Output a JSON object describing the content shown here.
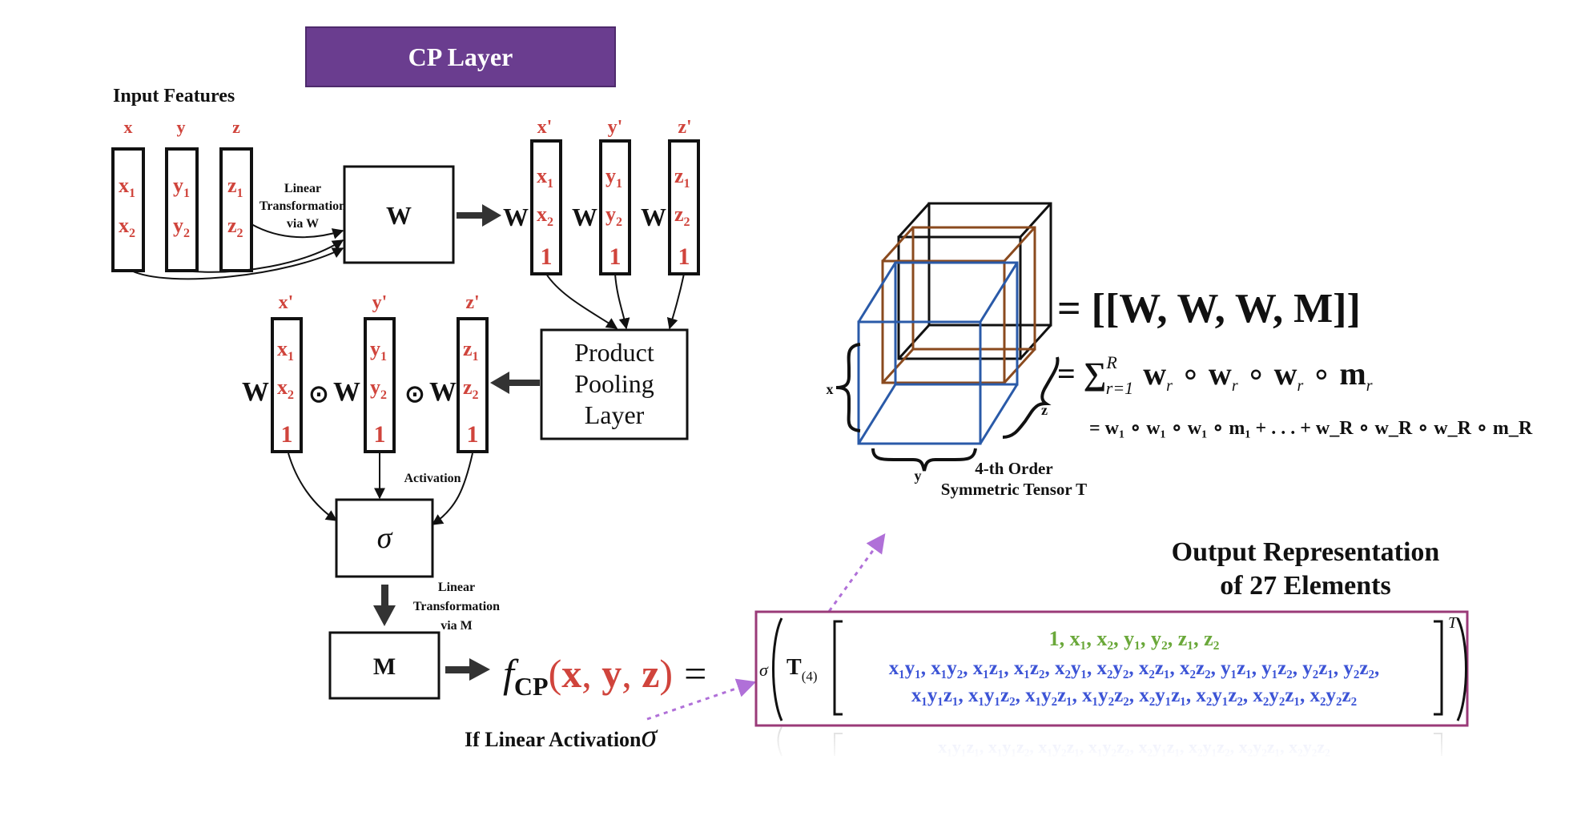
{
  "colors": {
    "red": "#d0443c",
    "banner_purple": "#6a3d8f",
    "green": "#6aa83a",
    "blue": "#3c54d6",
    "brown": "#8a4a1e",
    "cube_blue": "#2a5aa8",
    "frame_magenta": "#9a3a78",
    "dotted_violet": "#b070d8"
  },
  "banner": {
    "title": "CP Layer"
  },
  "input": {
    "heading": "Input Features",
    "features": [
      {
        "name": "x",
        "sub1": "1",
        "sub2": "2"
      },
      {
        "name": "y",
        "sub1": "1",
        "sub2": "2"
      },
      {
        "name": "z",
        "sub1": "1",
        "sub2": "2"
      }
    ],
    "linear_label": [
      "Linear",
      "Transformation",
      "via W"
    ]
  },
  "w_box": {
    "label": "W"
  },
  "transformed": {
    "headers": [
      "x'",
      "y'",
      "z'"
    ],
    "mult_label": "W",
    "one": "1"
  },
  "pooling": {
    "lines": [
      "Product",
      "Pooling",
      "Layer"
    ]
  },
  "product": {
    "odot": "⊙",
    "mult_label": "W"
  },
  "activation": {
    "label": "Activation",
    "sigma": "σ"
  },
  "linear_m": {
    "lines": [
      "Linear",
      "Transformation",
      "via M"
    ]
  },
  "m_box": {
    "label": "M"
  },
  "fcp": {
    "f": "f",
    "sub": "CP",
    "open": "(",
    "x": "x",
    "y": "y",
    "z": "z",
    "sep": ", ",
    "close": ")",
    "eq": "="
  },
  "if_linear": {
    "label": "If Linear Activation",
    "sigma": "σ"
  },
  "tensor": {
    "x_label": "x",
    "y_label": "y",
    "z_label": "z",
    "caption": [
      "4-th Order",
      "Symmetric Tensor T"
    ],
    "eq1": "= [[W, W, W, M]]",
    "eq2_prefix": "= ∑",
    "eq2_sub": "r=1",
    "eq2_sup": "R",
    "eq2_terms": "w",
    "eq2_m": "m",
    "eq2_r": "r",
    "eq3": "= w₁ ∘ w₁ ∘ w₁ ∘ m₁ + . . . + w_R ∘ w_R ∘ w_R ∘ m_R"
  },
  "output": {
    "title": [
      "Output Representation",
      "of 27 Elements"
    ],
    "sigma": "σ",
    "T": "T",
    "T_sub": "(4)",
    "transpose": "T",
    "row1": "1, x₁, x₂, y₁, y₂, z₁, z₂",
    "row2": "x₁y₁, x₁y₂, x₁z₁, x₁z₂, x₂y₁, x₂y₂, x₂z₁, x₂z₂, y₁z₁, y₁z₂, y₂z₁, y₂z₂,",
    "row3": "x₁y₁z₁, x₁y₁z₂, x₁y₂z₁, x₁y₂z₂, x₂y₁z₁, x₂y₁z₂, x₂y₂z₁, x₂y₂z₂"
  }
}
